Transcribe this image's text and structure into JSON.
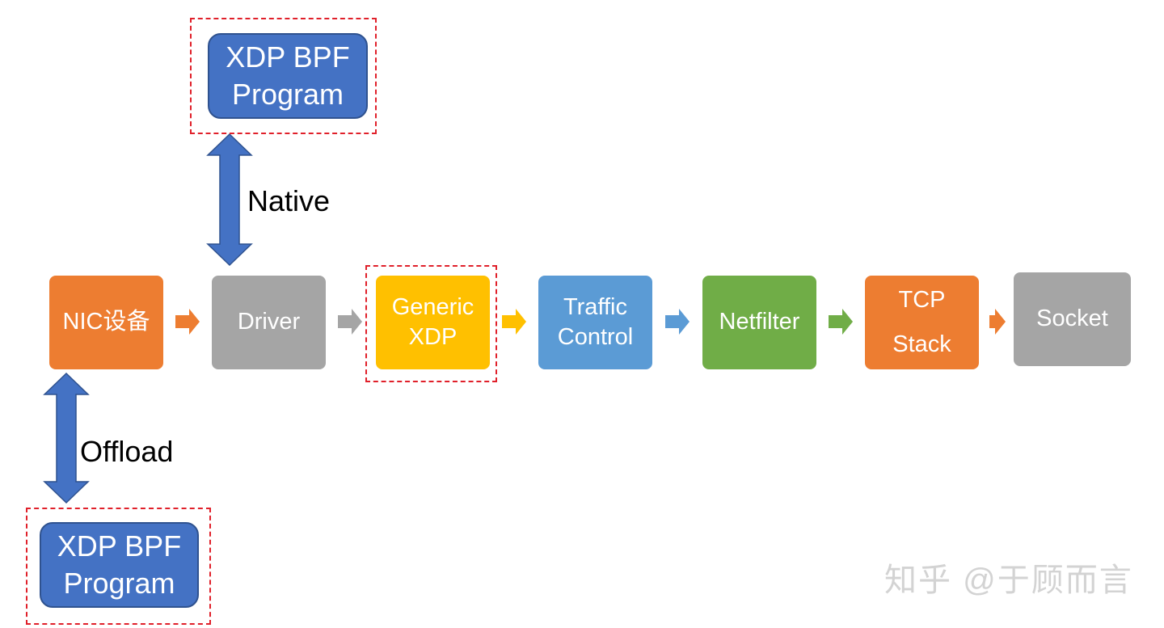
{
  "colors": {
    "orange": "#ed7d31",
    "gray": "#a5a5a5",
    "yellow": "#ffc000",
    "blue_light": "#5b9bd5",
    "green": "#70ad47",
    "blue_dark": "#4472c4",
    "dashed_border": "#e0202a"
  },
  "stages": {
    "nic": "NIC设备",
    "driver": "Driver",
    "generic_xdp": "Generic\nXDP",
    "traffic_control": "Traffic\nControl",
    "netfilter": "Netfilter",
    "tcp_stack": "TCP\nStack",
    "socket": "Socket"
  },
  "programs": {
    "native": "XDP BPF\nProgram",
    "offload": "XDP BPF\nProgram"
  },
  "modes": {
    "native": "Native",
    "offload": "Offload"
  },
  "watermark": "知乎 @于顾而言"
}
